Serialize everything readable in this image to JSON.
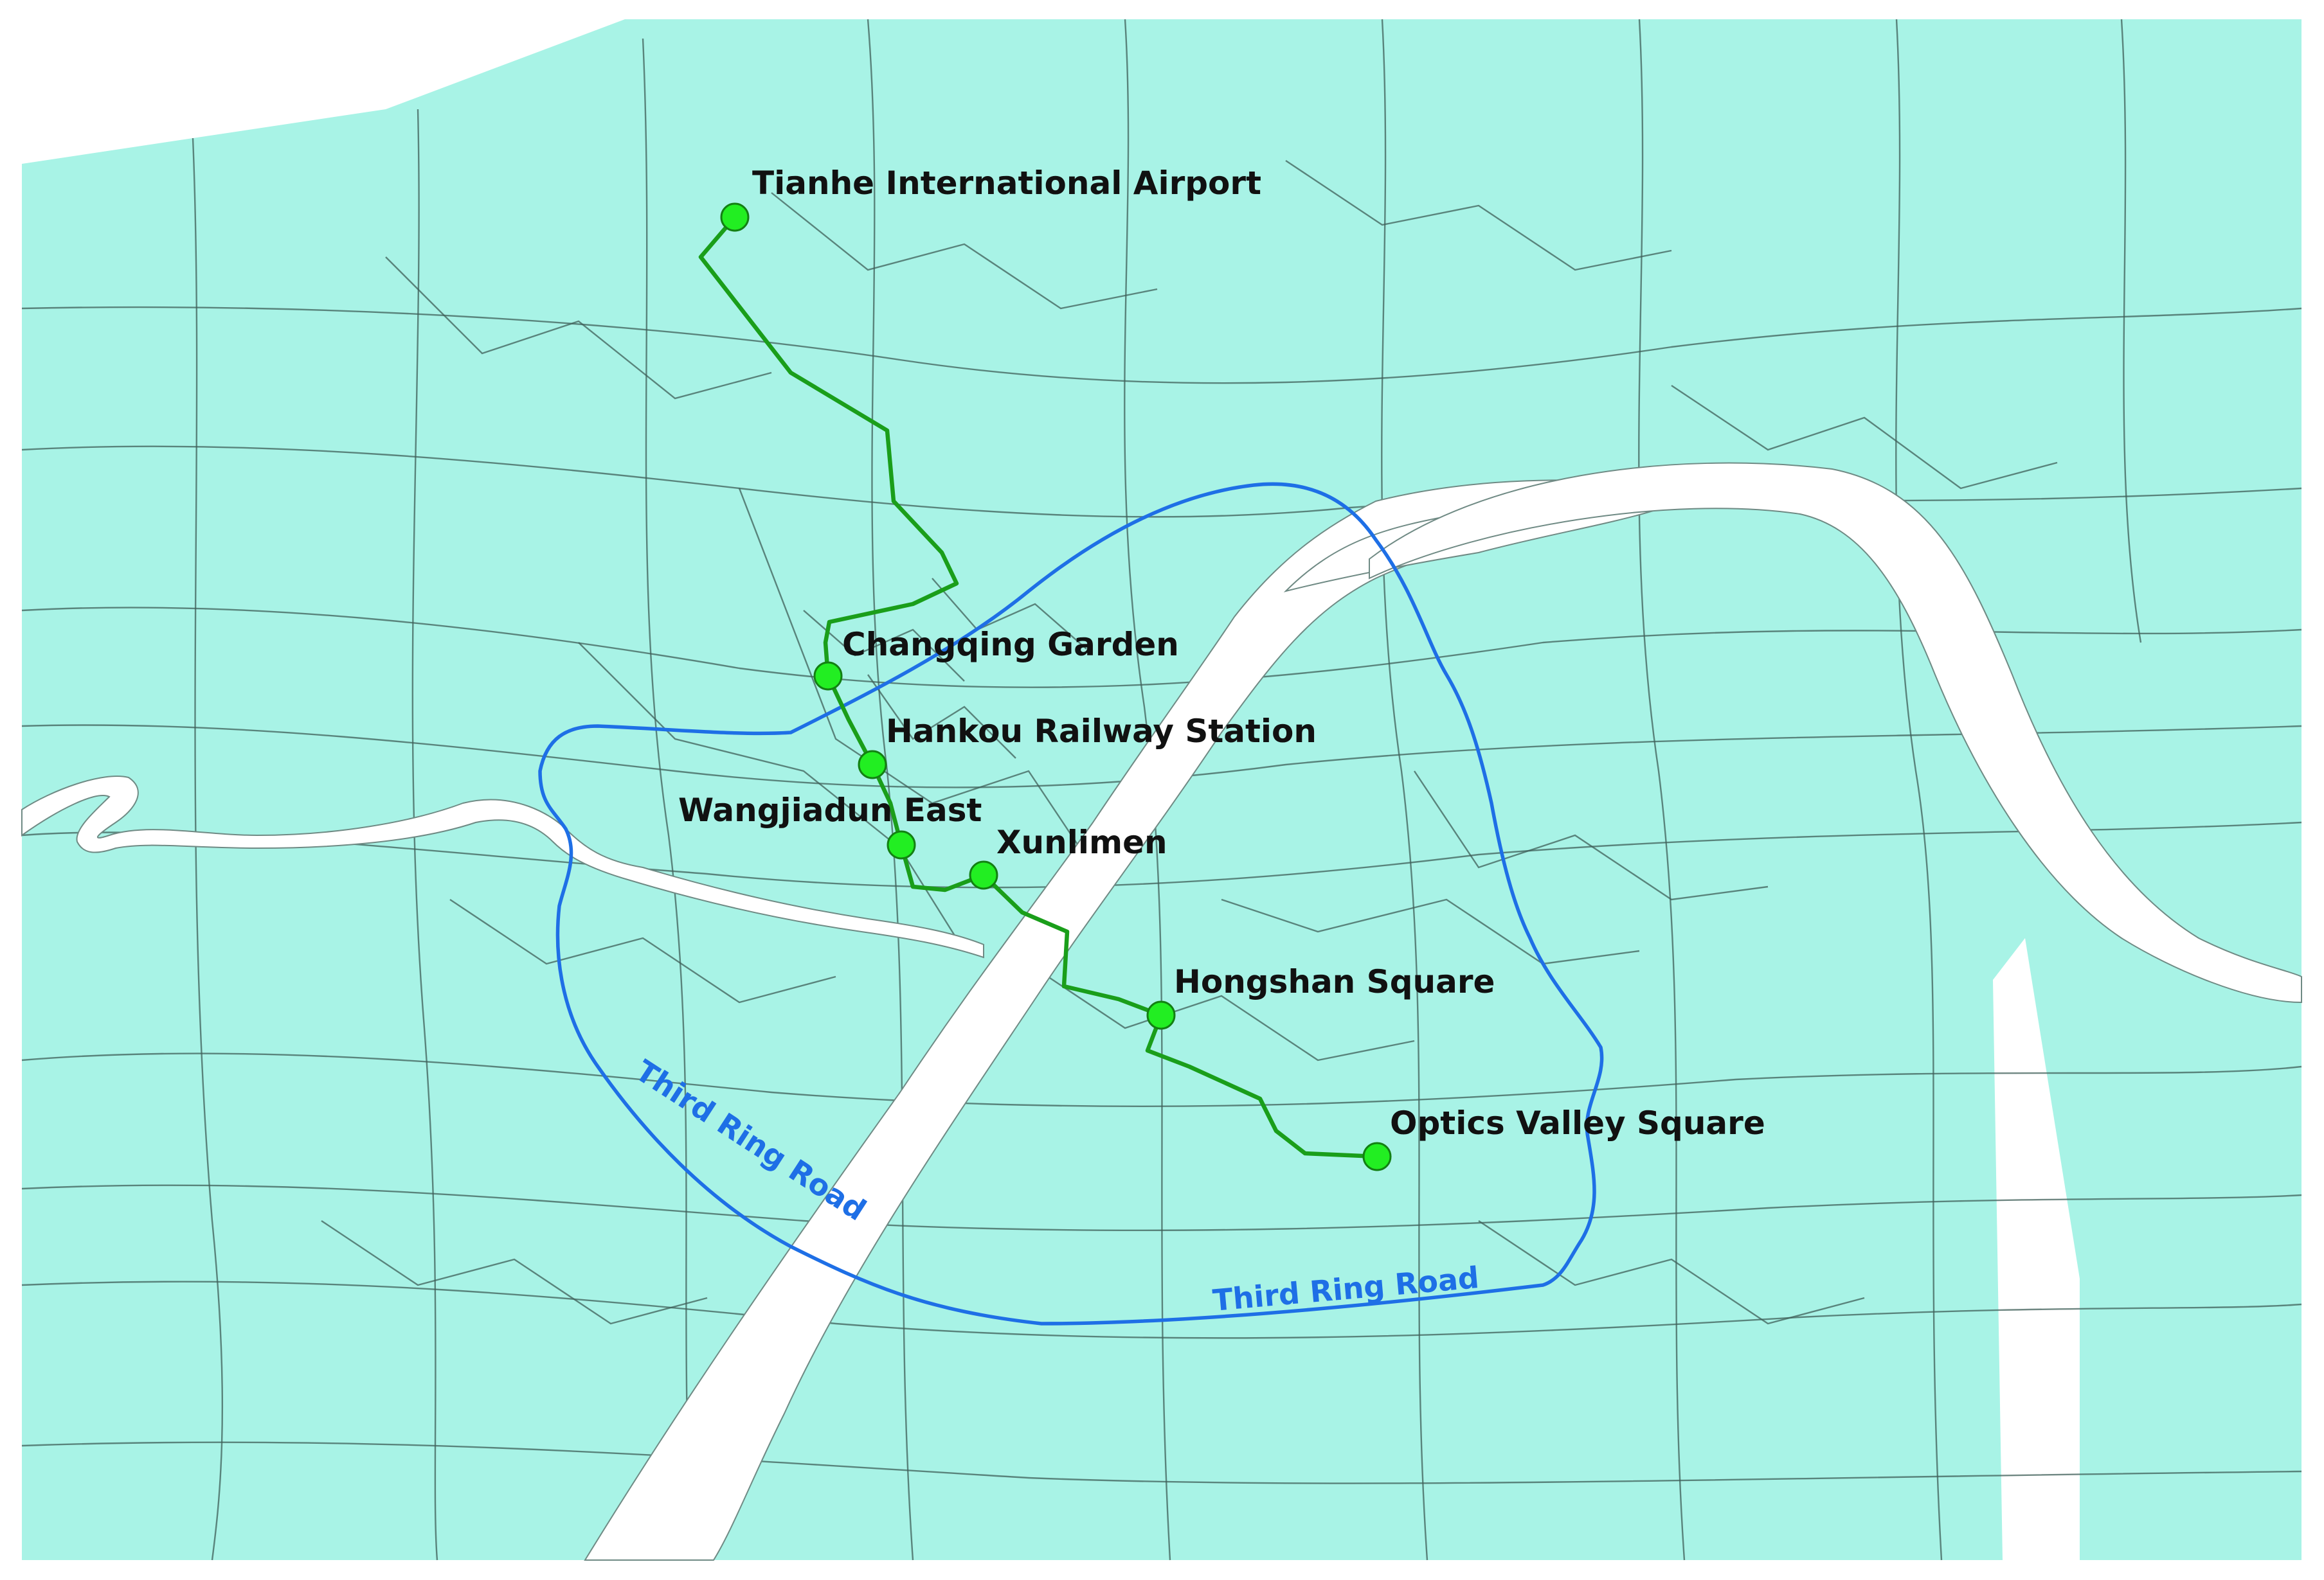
{
  "colors": {
    "land": "#a8f3e6",
    "water": "#ffffff",
    "river_outline": "#6f8a84",
    "district_lines": "#3f5f58",
    "metro_line": "#1a9e1a",
    "station_fill": "#22ee22",
    "station_stroke": "#138013",
    "ring_road": "#1e6fe6"
  },
  "metro_line": {
    "stations": [
      {
        "name": "Tianhe International Airport"
      },
      {
        "name": "Changqing Garden"
      },
      {
        "name": "Hankou Railway Station"
      },
      {
        "name": "Wangjiadun East"
      },
      {
        "name": "Xunlimen"
      },
      {
        "name": "Hongshan Square"
      },
      {
        "name": "Optics Valley Square"
      }
    ]
  },
  "ring_road": {
    "labels": [
      "Third Ring Road",
      "Third Ring Road"
    ]
  }
}
